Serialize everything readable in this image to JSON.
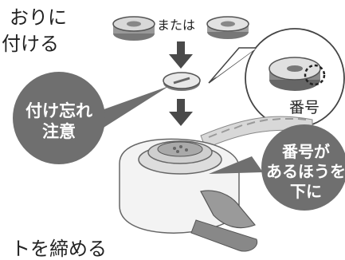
{
  "captions": {
    "line1": "おりに",
    "line2": "付ける",
    "or_label": "または",
    "number_label": "番号",
    "bottom_text": "トを締める"
  },
  "bubbles": {
    "warning_line1": "付け忘れ",
    "warning_line2": "注意",
    "number_line1": "番号が",
    "number_line2": "あるほうを",
    "number_line3": "下に"
  },
  "colors": {
    "bubble_fill": "#6f6f6f",
    "arrow": "#4a4a4a",
    "part_light": "#e6e6e6",
    "part_dark": "#8a8a8a"
  }
}
